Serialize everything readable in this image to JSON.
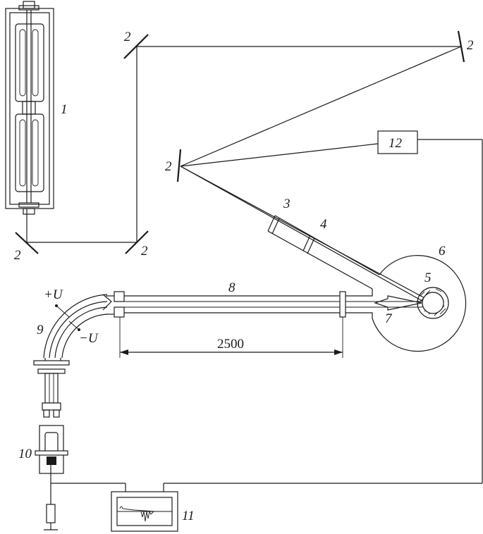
{
  "labels": {
    "laser_1": "1",
    "mirror_tl": "2",
    "mirror_tr": "2",
    "mirror_ml": "2",
    "mirror_bl": "2",
    "mirror_bm": "2",
    "lens_3": "3",
    "window_4": "4",
    "target_5": "5",
    "chamber_6": "6",
    "plasma_7": "7",
    "drift_tube_8": "8",
    "analyzer_9": "9",
    "detector_10": "10",
    "oscilloscope_11": "11",
    "photodiode_12": "12"
  },
  "voltages": {
    "positive": "+U",
    "negative": "−U"
  },
  "dimension": {
    "drift_length": "2500"
  }
}
